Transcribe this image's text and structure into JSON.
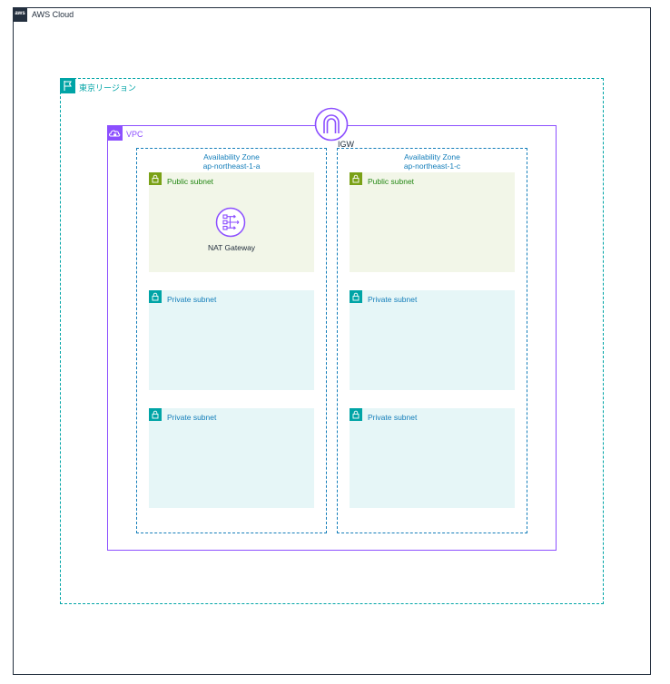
{
  "cloud": {
    "label": "AWS Cloud",
    "badge": "aws"
  },
  "region": {
    "label": "東京リージョン"
  },
  "vpc": {
    "label": "VPC"
  },
  "igw": {
    "label": "IGW"
  },
  "zones": [
    {
      "title": "Availability Zone",
      "subtitle": "ap-northeast-1-a",
      "subnets": [
        {
          "label": "Public subnet"
        },
        {
          "label": "Private subnet"
        },
        {
          "label": "Private subnet"
        }
      ]
    },
    {
      "title": "Availability Zone",
      "subtitle": "ap-northeast-1-c",
      "subnets": [
        {
          "label": "Public subnet"
        },
        {
          "label": "Private subnet"
        },
        {
          "label": "Private subnet"
        }
      ]
    }
  ],
  "nat": {
    "label": "NAT Gateway"
  },
  "colors": {
    "cloud": "#232f3e",
    "region": "#00a4a6",
    "vpc": "#8c4fff",
    "az": "#147eba",
    "public": "#7aa116",
    "private": "#00a4a6"
  },
  "icons": {
    "cloud": "aws-logo-icon",
    "region": "flag-icon",
    "vpc": "cloud-lock-icon",
    "subnet": "lock-icon",
    "igw": "internet-gateway-icon",
    "nat": "nat-gateway-icon"
  }
}
